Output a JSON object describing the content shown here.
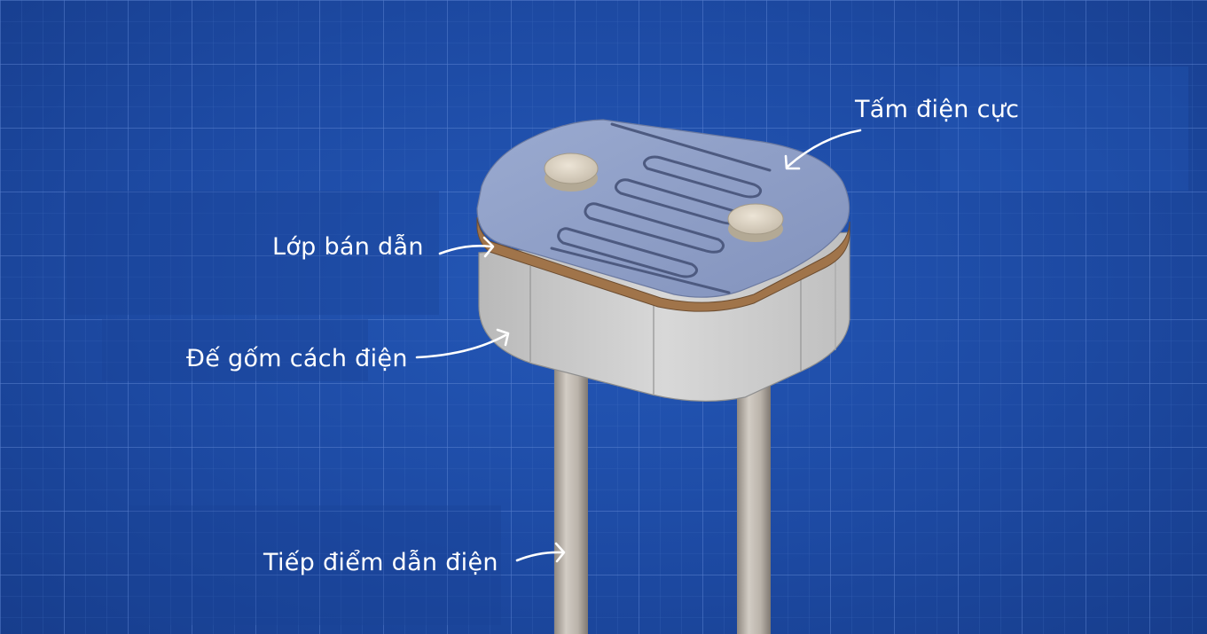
{
  "diagram": {
    "labels": {
      "electrode_plate": "Tấm điện cực",
      "semiconductor_layer": "Lớp bán dẫn",
      "ceramic_base": "Đế gốm cách điện",
      "conductive_contact": "Tiếp điểm dẫn điện"
    },
    "colors": {
      "background": "#1f4fa8",
      "grid_line": "#5f86d6",
      "top_plate": "#8d9ec6",
      "semiconductor": "#a0744a",
      "ceramic": "#c8c8c8",
      "leads": "#bdb6ad",
      "label_text": "#ffffff"
    }
  }
}
